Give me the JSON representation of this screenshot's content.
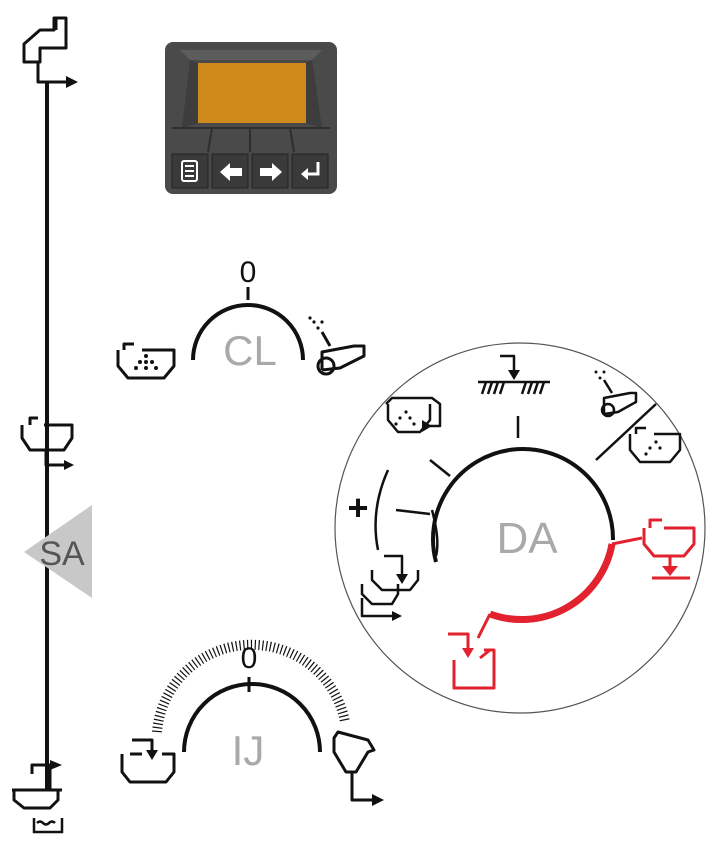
{
  "labels": {
    "sa": "SA",
    "cl": "CL",
    "cl_zero": "0",
    "ij": "IJ",
    "ij_zero": "0",
    "da": "DA",
    "plus": "+"
  },
  "colors": {
    "line": "#111111",
    "label_gray": "#a9a9a9",
    "highlight_red": "#e2232f",
    "terminal_body": "#4a4a4a",
    "terminal_screen": "#d08a1c",
    "triangle_fill": "#c8c8c8"
  },
  "terminal": {
    "buttons": [
      "menu-icon",
      "arrow-left-icon",
      "arrow-right-icon",
      "enter-icon"
    ]
  }
}
